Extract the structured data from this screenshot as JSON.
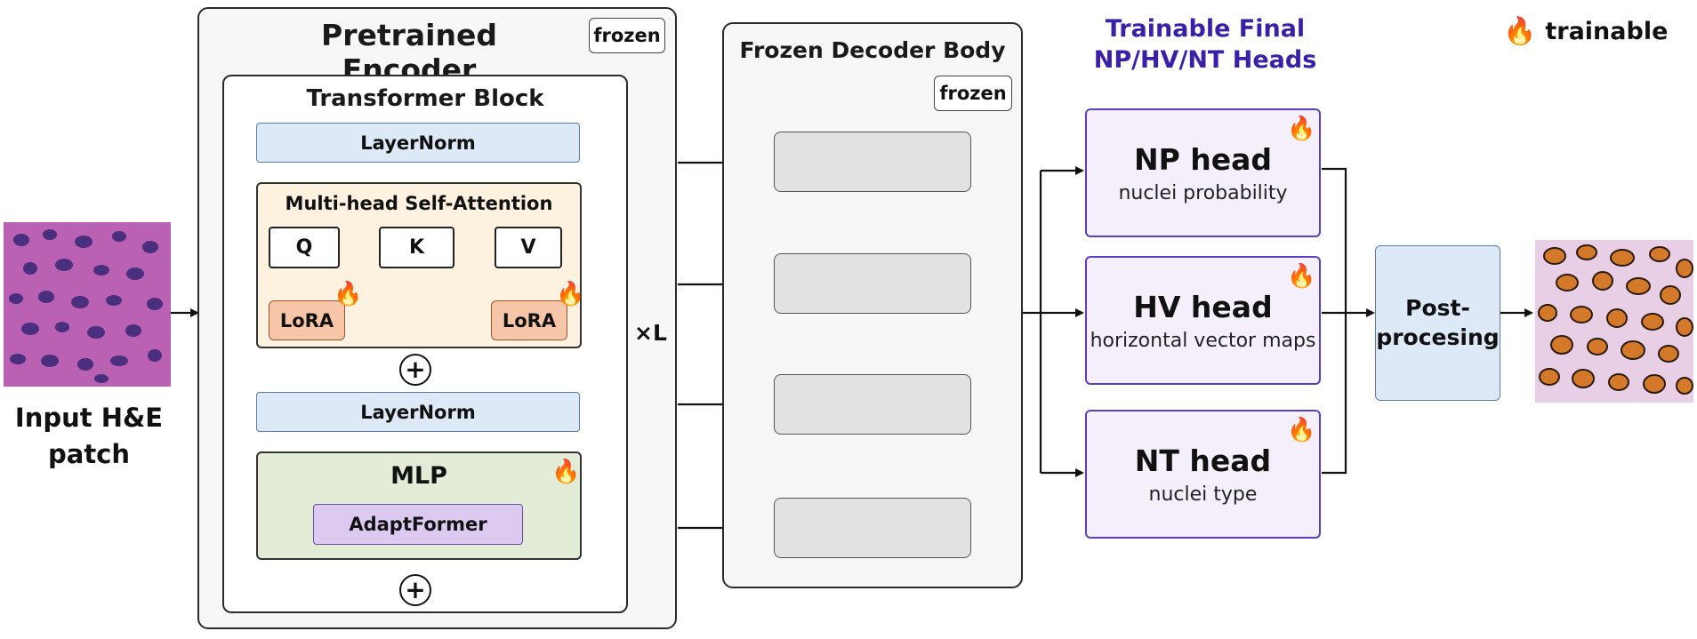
{
  "input": {
    "label_line1": "Input H&E",
    "label_line2": "patch"
  },
  "encoder": {
    "title": "Pretrained Encoder",
    "frozen_tag": "frozen",
    "block_title": "Transformer Block",
    "layernorm1": "LayerNorm",
    "mhsa_title": "Multi-head Self-Attention",
    "q": "Q",
    "k": "K",
    "v": "V",
    "lora_q": "LoRA",
    "lora_v": "LoRA",
    "plus": "+",
    "layernorm2": "LayerNorm",
    "mlp_title": "MLP",
    "adapter": "AdaptFormer",
    "repeat": "×L"
  },
  "decoder": {
    "title": "Frozen Decoder Body",
    "frozen_tag": "frozen"
  },
  "heads": {
    "title_line1": "Trainable Final",
    "title_line2": "NP/HV/NT Heads",
    "title_color": "#3a1fa8",
    "items": [
      {
        "name": "NP head",
        "desc": "nuclei probability"
      },
      {
        "name": "HV head",
        "desc": "horizontal vector maps"
      },
      {
        "name": "NT head",
        "desc": "nuclei type"
      }
    ]
  },
  "post": {
    "line1": "Post-",
    "line2": "procesing"
  },
  "legend": {
    "icon": "fire-icon",
    "label": "trainable"
  }
}
